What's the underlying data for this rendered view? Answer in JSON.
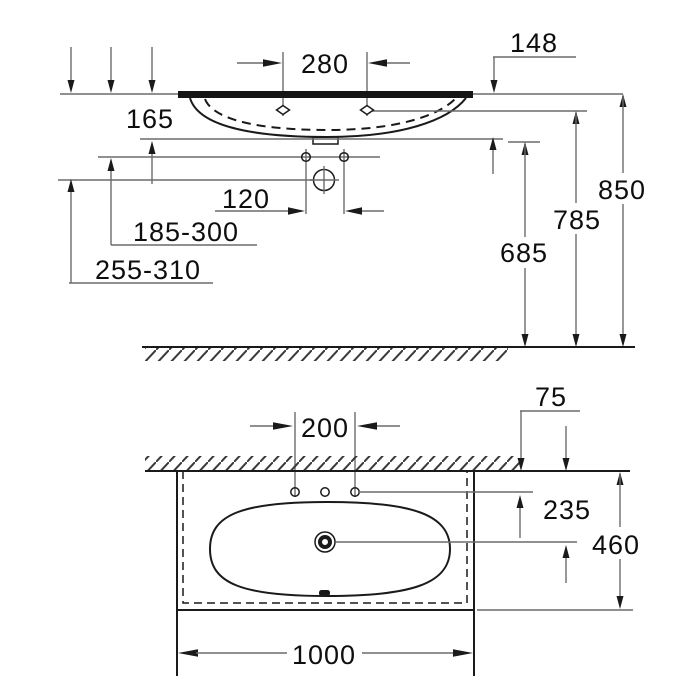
{
  "colors": {
    "background": "#ffffff",
    "object_line": "#1a1a1a",
    "dimension_line": "#6b6b6b",
    "text": "#0e0e0e"
  },
  "elevation_view": {
    "tap_hole_spacing": "280",
    "edge_to_rim_drop": "148",
    "rim_to_underside": "165",
    "supply_to_drain_offset": "120",
    "supply_height_range": "185-300",
    "drain_height_range": "255-310",
    "underside_height": "685",
    "rim_height": "785",
    "top_height": "850"
  },
  "plan_view": {
    "tap_hole_spacing": "200",
    "wall_to_tap_holes": "75",
    "wall_to_drain": "235",
    "basin_depth": "460",
    "basin_width": "1000"
  }
}
